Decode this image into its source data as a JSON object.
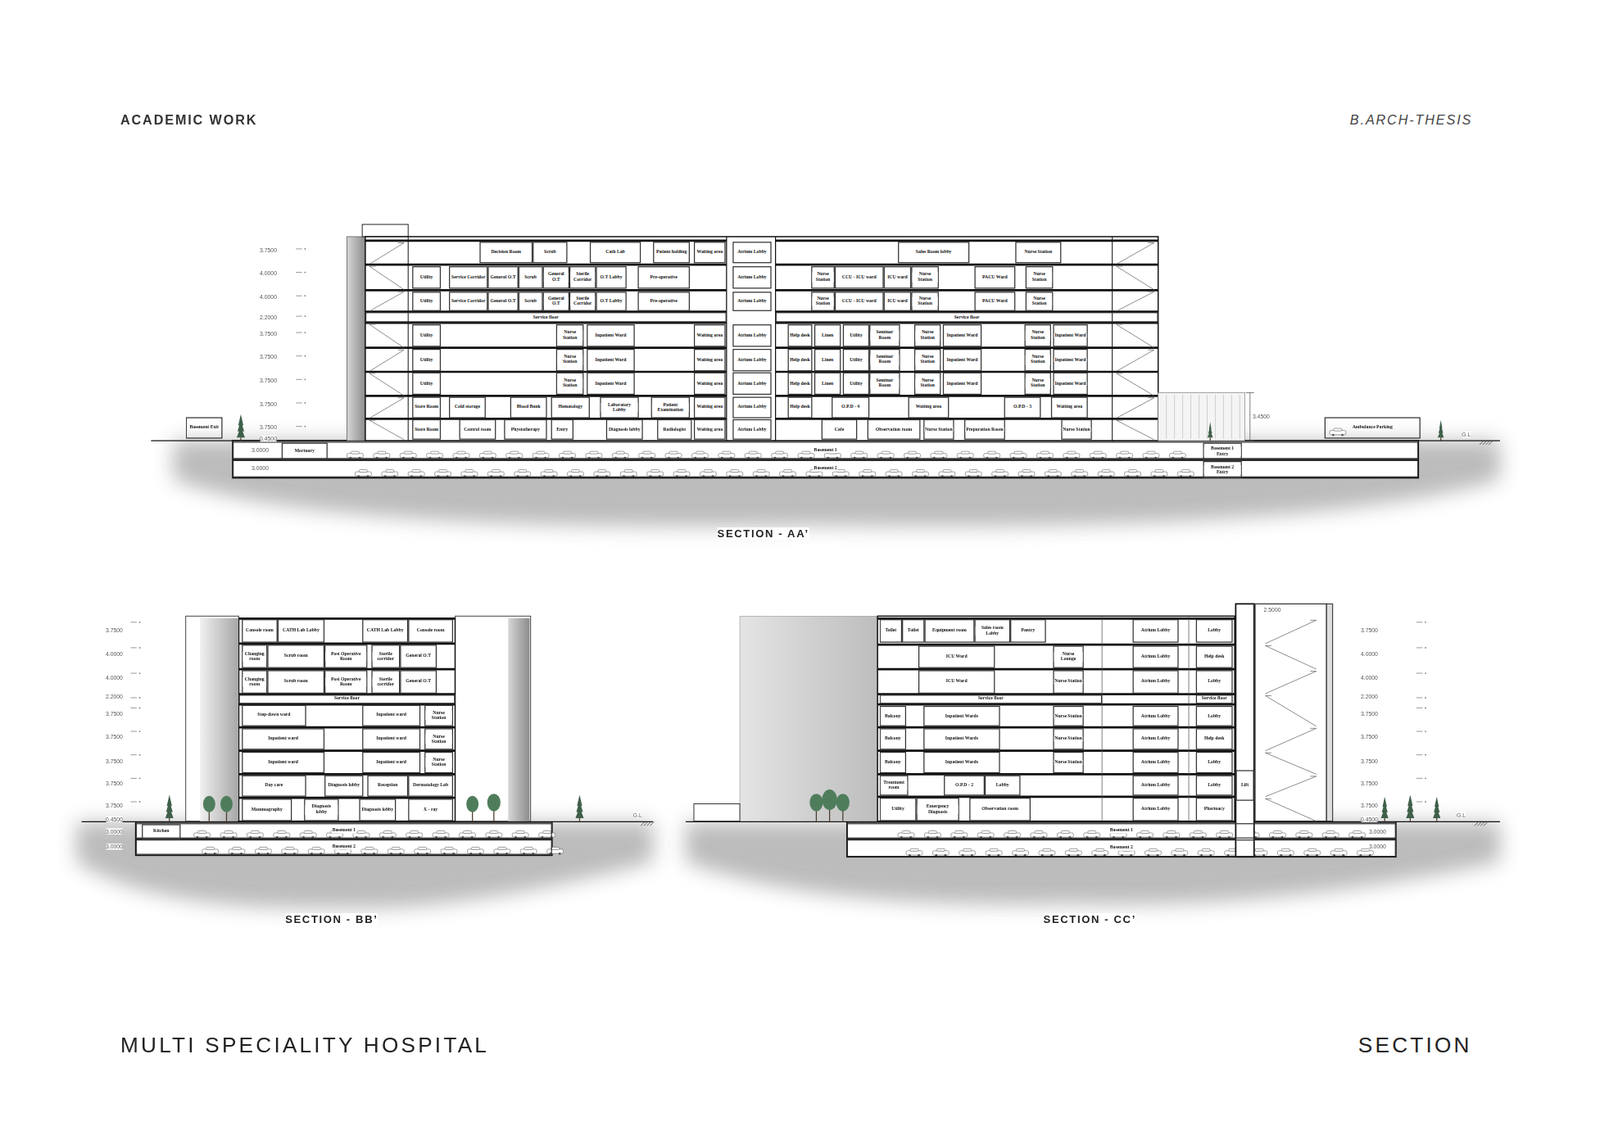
{
  "diagram": {
    "title": "MULTI SPECIALITY HOSPITAL",
    "caption": "SECTION",
    "nodes": [
      {
        "text": [
          "Decision Room"
        ]
      },
      {
        "text": [
          "Scrub"
        ]
      },
      {
        "text": [
          "Cath Lab"
        ]
      },
      {
        "text": [
          "Patient holding"
        ]
      },
      {
        "text": [
          "Waiting area"
        ]
      },
      {
        "text": [
          "Atrium Lobby"
        ]
      },
      {
        "text": [
          "Sales Room lobby"
        ]
      },
      {
        "text": [
          "Nurse Station"
        ]
      },
      {
        "text": [
          "Utility"
        ]
      },
      {
        "text": [
          "Service Corridor"
        ]
      },
      {
        "text": [
          "General O.T"
        ]
      },
      {
        "text": [
          "Scrub"
        ]
      },
      {
        "text": [
          "General O.T"
        ]
      },
      {
        "text": [
          "Sterile Corridor"
        ]
      },
      {
        "text": [
          "O.T Lobby"
        ]
      },
      {
        "text": [
          "Pre-operative"
        ]
      },
      {
        "text": [
          "Atrium Lobby"
        ]
      },
      {
        "text": [
          "Nurse Station"
        ]
      },
      {
        "text": [
          "CCU - ICU ward"
        ]
      },
      {
        "text": [
          "ICU ward"
        ]
      },
      {
        "text": [
          "Nurse Station"
        ]
      },
      {
        "text": [
          "PACU Ward"
        ]
      },
      {
        "text": [
          "Nurse Station"
        ]
      },
      {
        "text": [
          "Utility"
        ]
      },
      {
        "text": [
          "Service Corridor"
        ]
      },
      {
        "text": [
          "General O.T"
        ]
      },
      {
        "text": [
          "Scrub"
        ]
      },
      {
        "text": [
          "General O.T"
        ]
      },
      {
        "text": [
          "Sterile Corridor"
        ]
      },
      {
        "text": [
          "O.T Lobby"
        ]
      },
      {
        "text": [
          "Pre-operative"
        ]
      },
      {
        "text": [
          "Atrium Lobby"
        ]
      },
      {
        "text": [
          "Nurse Station"
        ]
      },
      {
        "text": [
          "CCU - ICU ward"
        ]
      },
      {
        "text": [
          "ICU ward"
        ]
      },
      {
        "text": [
          "Nurse Station"
        ]
      },
      {
        "text": [
          "PACU Ward"
        ]
      },
      {
        "text": [
          "Nurse Station"
        ]
      },
      {
        "text": [
          "Service floor"
        ]
      },
      {
        "text": [
          "Service floor"
        ]
      },
      {
        "text": [
          "Utility"
        ]
      },
      {
        "text": [
          "Nurse Station"
        ]
      },
      {
        "text": [
          "Inpatient Ward"
        ]
      },
      {
        "text": [
          "Waiting area"
        ]
      },
      {
        "text": [
          "Atrium Lobby"
        ]
      },
      {
        "text": [
          "Help desk"
        ]
      },
      {
        "text": [
          "Linen"
        ]
      },
      {
        "text": [
          "Utility"
        ]
      },
      {
        "text": [
          "Seminar Room"
        ]
      },
      {
        "text": [
          "Nurse Station"
        ]
      },
      {
        "text": [
          "Inpatient Ward"
        ]
      },
      {
        "text": [
          "Nurse Station"
        ]
      },
      {
        "text": [
          "Inpatient Ward"
        ]
      },
      {
        "text": [
          "Utility"
        ]
      },
      {
        "text": [
          "Nurse Station"
        ]
      },
      {
        "text": [
          "Inpatient Ward"
        ]
      },
      {
        "text": [
          "Waiting area"
        ]
      },
      {
        "text": [
          "Atrium Lobby"
        ]
      },
      {
        "text": [
          "Help desk"
        ]
      },
      {
        "text": [
          "Linen"
        ]
      },
      {
        "text": [
          "Utility"
        ]
      },
      {
        "text": [
          "Seminar Room"
        ]
      },
      {
        "text": [
          "Nurse Station"
        ]
      },
      {
        "text": [
          "Inpatient Ward"
        ]
      },
      {
        "text": [
          "Nurse Station"
        ]
      },
      {
        "text": [
          "Inpatient Ward"
        ]
      },
      {
        "text": [
          "Utility"
        ]
      },
      {
        "text": [
          "Nurse Station"
        ]
      },
      {
        "text": [
          "Inpatient Ward"
        ]
      },
      {
        "text": [
          "Waiting area"
        ]
      },
      {
        "text": [
          "Atrium Lobby"
        ]
      },
      {
        "text": [
          "Help desk"
        ]
      },
      {
        "text": [
          "Linen"
        ]
      },
      {
        "text": [
          "Utility"
        ]
      },
      {
        "text": [
          "Seminar Room"
        ]
      },
      {
        "text": [
          "Nurse Station"
        ]
      },
      {
        "text": [
          "Inpatient Ward"
        ]
      },
      {
        "text": [
          "Nurse Station"
        ]
      },
      {
        "text": [
          "Inpatient Ward"
        ]
      },
      {
        "text": [
          "Store Room"
        ]
      },
      {
        "text": [
          "Cold storage"
        ]
      },
      {
        "text": [
          "Blood Bank"
        ]
      },
      {
        "text": [
          "Hematology"
        ]
      },
      {
        "text": [
          "Laboratory Lobby"
        ]
      },
      {
        "text": [
          "Patient Examination"
        ]
      },
      {
        "text": [
          "Waiting area"
        ]
      },
      {
        "text": [
          "Atrium Lobby"
        ]
      },
      {
        "text": [
          "Help desk"
        ]
      },
      {
        "text": [
          "O.P.D - 4"
        ]
      },
      {
        "text": [
          "Waiting area"
        ]
      },
      {
        "text": [
          "O.P.D - 3"
        ]
      },
      {
        "text": [
          "Waiting area"
        ]
      },
      {
        "text": [
          "Store Room"
        ]
      },
      {
        "text": [
          "Control room"
        ]
      },
      {
        "text": [
          "Physiotherapy"
        ]
      },
      {
        "text": [
          "Entry"
        ]
      },
      {
        "text": [
          "Diagnosis lobby"
        ]
      },
      {
        "text": [
          "Radiologist"
        ]
      },
      {
        "text": [
          "Waiting area"
        ]
      },
      {
        "text": [
          "Atrium Lobby"
        ]
      },
      {
        "text": [
          "Cafe"
        ]
      },
      {
        "text": [
          "Observation room"
        ]
      },
      {
        "text": [
          "Nurse Station"
        ]
      },
      {
        "text": [
          "Preparation Room"
        ]
      },
      {
        "text": [
          "Nurse Station"
        ]
      },
      {
        "text": [
          "Basement Exit"
        ]
      },
      {
        "text": [
          "Ambulance Parking"
        ]
      },
      {
        "text": [
          "Basement 1"
        ]
      },
      {
        "text": [
          "Mortuary"
        ],
        "in": 107
      },
      {
        "text": [
          "Basement 1 Entry"
        ],
        "in": 107
      },
      {
        "text": [
          "Basement 2"
        ]
      },
      {
        "text": [
          "Basement 2 Entry"
        ],
        "in": 110
      },
      {
        "text": [
          "Console room"
        ]
      },
      {
        "text": [
          "CATH Lab Lobby"
        ]
      },
      {
        "text": [
          "CATH Lab Lobby"
        ]
      },
      {
        "text": [
          "Console room"
        ]
      },
      {
        "text": [
          "Changing room"
        ]
      },
      {
        "text": [
          "Scrub room"
        ]
      },
      {
        "text": [
          "Post Operative Room"
        ]
      },
      {
        "text": [
          "Sterile corridor"
        ]
      },
      {
        "text": [
          "General O.T"
        ]
      },
      {
        "text": [
          "Changing room"
        ]
      },
      {
        "text": [
          "Scrub room"
        ]
      },
      {
        "text": [
          "Post Operative Room"
        ]
      },
      {
        "text": [
          "Sterile corridor"
        ]
      },
      {
        "text": [
          "General O.T"
        ]
      },
      {
        "text": [
          "Service floor"
        ]
      },
      {
        "text": [
          "Step-down ward"
        ]
      },
      {
        "text": [
          "Inpatient ward"
        ]
      },
      {
        "text": [
          "Nurse Station"
        ]
      },
      {
        "text": [
          "Inpatient ward"
        ]
      },
      {
        "text": [
          "Inpatient ward"
        ]
      },
      {
        "text": [
          "Nurse Station"
        ]
      },
      {
        "text": [
          "Inpatient ward"
        ]
      },
      {
        "text": [
          "Inpatient ward"
        ]
      },
      {
        "text": [
          "Nurse Station"
        ]
      },
      {
        "text": [
          "Day care"
        ]
      },
      {
        "text": [
          "Diagnosis lobby"
        ]
      },
      {
        "text": [
          "Reception"
        ]
      },
      {
        "text": [
          "Dermatology Lab"
        ]
      },
      {
        "text": [
          "Mammography"
        ]
      },
      {
        "text": [
          "Diagnosis lobby"
        ]
      },
      {
        "text": [
          "Diagnosis lobby"
        ]
      },
      {
        "text": [
          "X - ray"
        ]
      },
      {
        "text": [
          "Basement 1"
        ]
      },
      {
        "text": [
          "Kitchen"
        ],
        "in": 144
      },
      {
        "text": [
          "Basement 2"
        ]
      },
      {
        "text": [
          "Toilet"
        ]
      },
      {
        "text": [
          "Toilet"
        ]
      },
      {
        "text": [
          "Equipment room"
        ]
      },
      {
        "text": [
          "Sales room Lobby"
        ]
      },
      {
        "text": [
          "Pantry"
        ]
      },
      {
        "text": [
          "Atrium Lobby"
        ]
      },
      {
        "text": [
          "Lobby"
        ]
      },
      {
        "text": [
          "ICU Ward"
        ]
      },
      {
        "text": [
          "Nurse Lounge"
        ]
      },
      {
        "text": [
          "Atrium Lobby"
        ]
      },
      {
        "text": [
          "Help desk"
        ]
      },
      {
        "text": [
          "ICU Ward"
        ]
      },
      {
        "text": [
          "Nurse Station"
        ]
      },
      {
        "text": [
          "Atrium Lobby"
        ]
      },
      {
        "text": [
          "Lobby"
        ]
      },
      {
        "text": [
          "Service floor"
        ]
      },
      {
        "text": [
          "Service floor"
        ]
      },
      {
        "text": [
          "Balcony"
        ]
      },
      {
        "text": [
          "Inpatient Wards"
        ]
      },
      {
        "text": [
          "Nurse Station"
        ]
      },
      {
        "text": [
          "Atrium Lobby"
        ]
      },
      {
        "text": [
          "Lobby"
        ]
      },
      {
        "text": [
          "Balcony"
        ]
      },
      {
        "text": [
          "Inpatient Wards"
        ]
      },
      {
        "text": [
          "Nurse Station"
        ]
      },
      {
        "text": [
          "Atrium Lobby"
        ]
      },
      {
        "text": [
          "Help desk"
        ]
      },
      {
        "text": [
          "Balcony"
        ]
      },
      {
        "text": [
          "Inpatient Wards"
        ]
      },
      {
        "text": [
          "Nurse Station"
        ]
      },
      {
        "text": [
          "Atrium Lobby"
        ]
      },
      {
        "text": [
          "Lobby"
        ]
      },
      {
        "text": [
          "Treatment room"
        ]
      },
      {
        "text": [
          "O.P.D - 2"
        ]
      },
      {
        "text": [
          "Lobby"
        ]
      },
      {
        "text": [
          "Atrium Lobby"
        ]
      },
      {
        "text": [
          "Lobby"
        ]
      },
      {
        "text": [
          "Utility"
        ]
      },
      {
        "text": [
          "Emergency Diagnosis"
        ]
      },
      {
        "text": [
          "Observation room"
        ]
      },
      {
        "text": [
          "Atrium Lobby"
        ]
      },
      {
        "text": [
          "Pharmacy"
        ]
      },
      {
        "text": [
          "Lift"
        ]
      },
      {
        "text": [
          "Basement 1"
        ]
      },
      {
        "text": [
          "Basement 2"
        ]
      }
    ],
    "labels": [
      "ACADEMIC WORK",
      "B.ARCH-THESIS",
      "SECTION - AA’",
      "SECTION - BB’",
      "SECTION - CC’",
      "3.7500",
      "4.0000",
      "4.0000",
      "2.2000",
      "3.7500",
      "3.7500",
      "3.7500",
      "3.7500",
      "3.7500",
      "0.4500",
      "3.0000",
      "3.0000",
      "3.4500",
      "G.L",
      "3.7500",
      "4.0000",
      "4.0000",
      "2.2000",
      "3.7500",
      "3.7500",
      "3.7500",
      "3.7500",
      "3.7500",
      "0.4500",
      "3.0000",
      "3.0000",
      "G.L",
      "2.5000",
      "3.7500",
      "4.0000",
      "4.0000",
      "2.2000",
      "3.7500",
      "3.7500",
      "3.7500",
      "3.7500",
      "3.7500",
      "0.4500",
      "3.0000",
      "3.0000",
      "G.L"
    ]
  }
}
